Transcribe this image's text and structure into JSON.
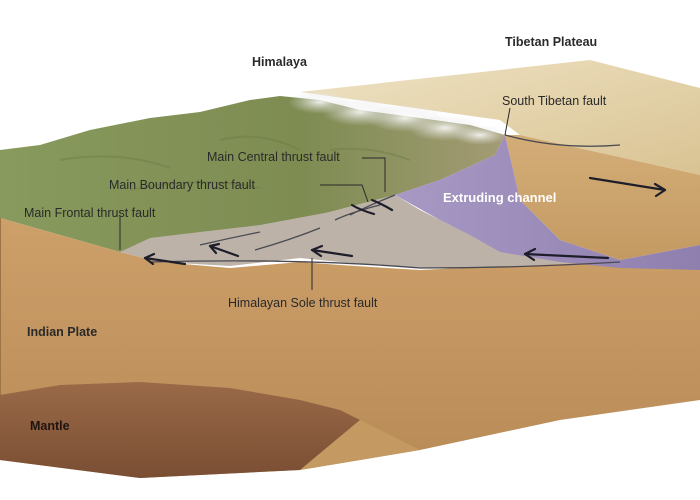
{
  "labels": {
    "tibetan_plateau": "Tibetan Plateau",
    "himalaya": "Himalaya",
    "south_tibetan_fault": "South Tibetan fault",
    "main_central_thrust_fault": "Main Central thrust fault",
    "main_boundary_thrust_fault": "Main Boundary thrust fault",
    "main_frontal_thrust_fault": "Main Frontal thrust fault",
    "extruding_channel": "Extruding channel",
    "himalayan_sole_thrust_fault": "Himalayan Sole thrust fault",
    "indian_plate": "Indian Plate",
    "mantle": "Mantle"
  },
  "colors": {
    "indian_plate": "#c9a06a",
    "indian_plate_side": "#b68a55",
    "mantle": "#8a5a3c",
    "extruding_channel": "#9b8ab8",
    "sole_wedge": "#bcb2a8",
    "himalaya_surface": "#7f8f55",
    "plateau_surface": "#e3d2a8",
    "plateau_crust": "#d8b98a",
    "arrow": "#1e1e2a"
  }
}
